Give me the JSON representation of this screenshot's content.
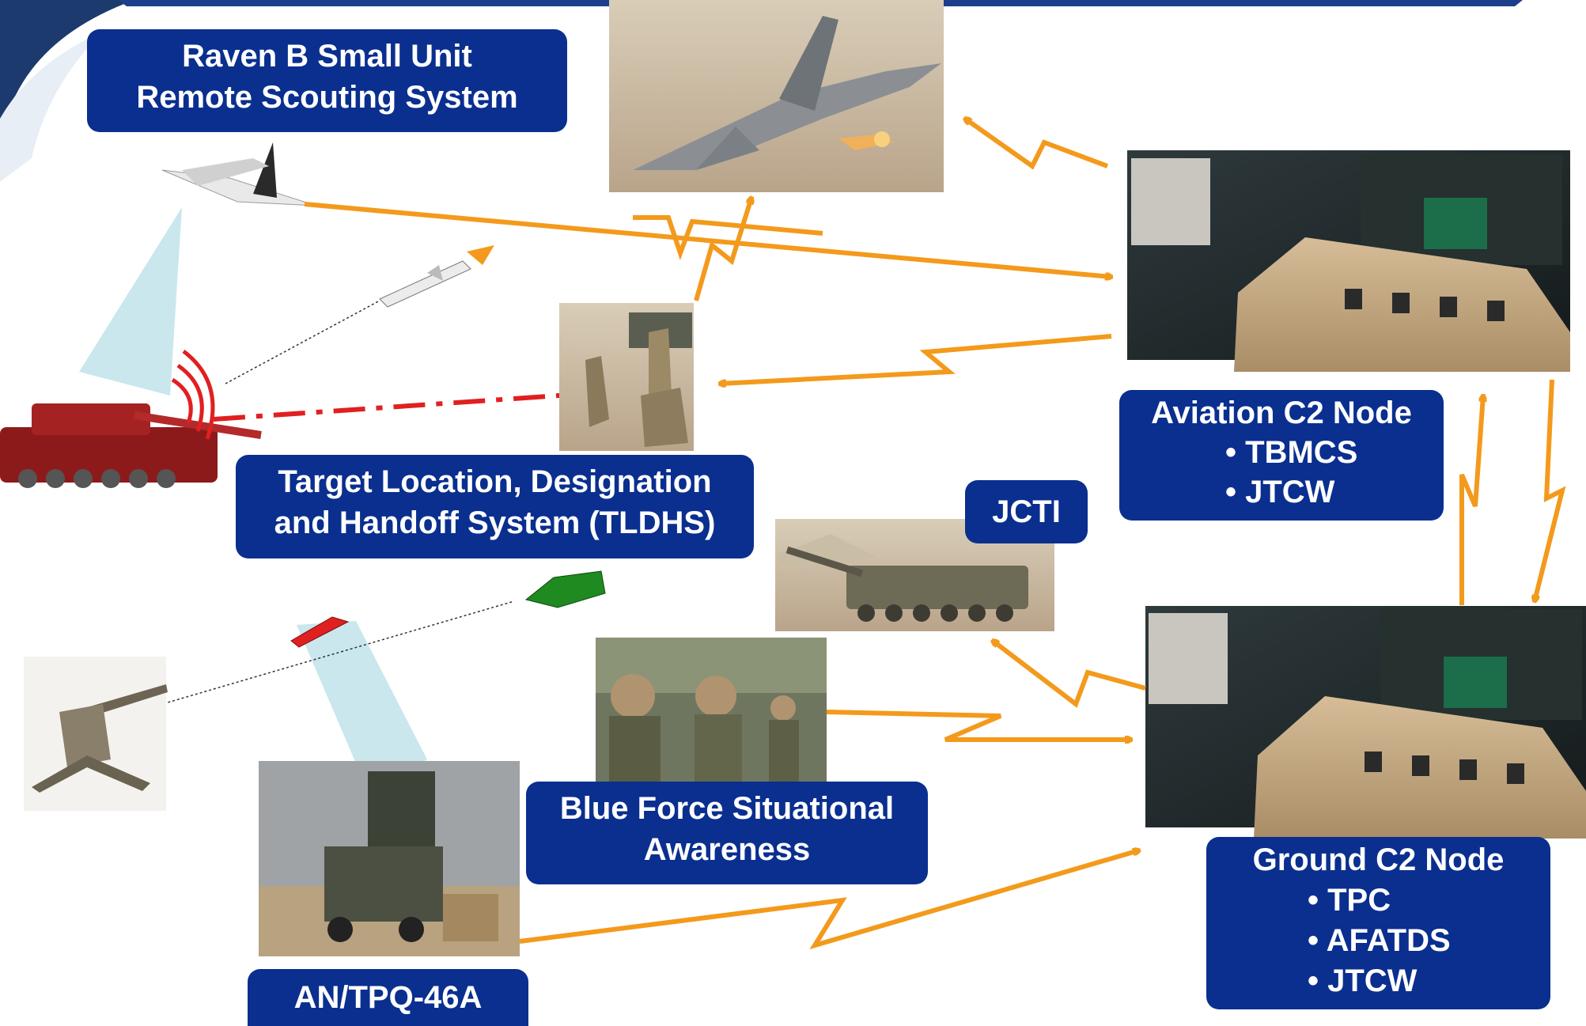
{
  "labels": {
    "raven": {
      "line1": "Raven B Small Unit",
      "line2": "Remote Scouting System"
    },
    "tldhs": {
      "line1": "Target Location, Designation",
      "line2": "and Handoff System (TLDHS)"
    },
    "jcti": {
      "text": "JCTI"
    },
    "blue_force": {
      "line1": "Blue Force Situational",
      "line2": "Awareness"
    },
    "radar": {
      "text": "AN/TPQ-46A"
    },
    "aviation_node": {
      "title": "Aviation C2 Node",
      "items": [
        "• TBMCS",
        "• JTCW"
      ]
    },
    "ground_node": {
      "title": "Ground C2 Node",
      "items": [
        "• TPC",
        "• AFATDS",
        "• JTCW"
      ]
    }
  },
  "pictures": {
    "aircraft": "jet-fighter-photo",
    "uav": "raven-uav",
    "missile": "cruise-missile",
    "tank": "tank-target",
    "team": "tldhs-team-photo",
    "howitzer": "self-propelled-howitzer-photo",
    "marines": "marines-photo",
    "radar": "radar-truck-photo",
    "gun": "anti-aircraft-gun",
    "aviation_tent": "aviation-c2-tent-photo",
    "ground_tent": "ground-c2-tent-photo"
  },
  "colors": {
    "label_bg": "#0a2f8f",
    "link_orange": "#f39a1c",
    "laser_red": "#e02020",
    "beam_light_blue": "#bfe3ea",
    "tent_khaki": "#c8ad86"
  }
}
